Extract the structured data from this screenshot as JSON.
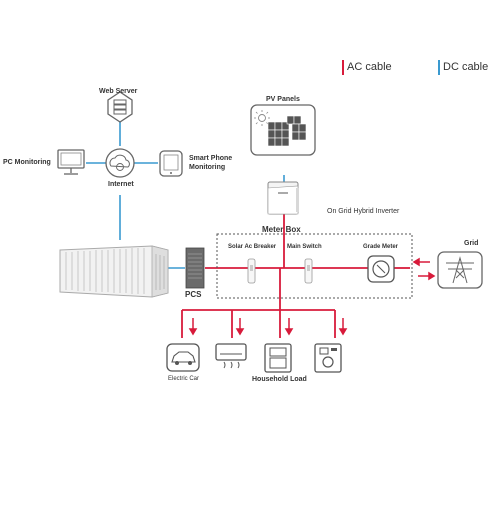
{
  "legend": {
    "ac_label": "AC cable",
    "dc_label": "DC cable",
    "ac_color": "#d81b3b",
    "dc_color": "#3a9ad0"
  },
  "nodes": {
    "web_server": "Web Server",
    "pc_monitoring": "PC Monitoring",
    "internet": "Internet",
    "smart_phone_line1": "Smart Phone",
    "smart_phone_line2": "Monitoring",
    "pv_panels": "PV Panels",
    "inverter": "On Grid Hybrid Inverter",
    "meter_box": "Meter Box",
    "solar_breaker": "Solar Ac Breaker",
    "main_switch": "Main Switch",
    "grade_meter": "Grade Meter",
    "grid": "Grid",
    "pcs": "PCS",
    "electric_car": "Electric Car",
    "household_load": "Household Load"
  },
  "icons": [
    "server-icon",
    "monitor-icon",
    "cloud-globe-icon",
    "smartphone-icon",
    "solar-panel-icon",
    "inverter-icon",
    "battery-container-icon",
    "pcs-cabinet-icon",
    "breaker-icon",
    "switch-icon",
    "meter-icon",
    "transmission-tower-icon",
    "car-icon",
    "air-conditioner-icon",
    "refrigerator-icon",
    "washing-machine-icon"
  ]
}
